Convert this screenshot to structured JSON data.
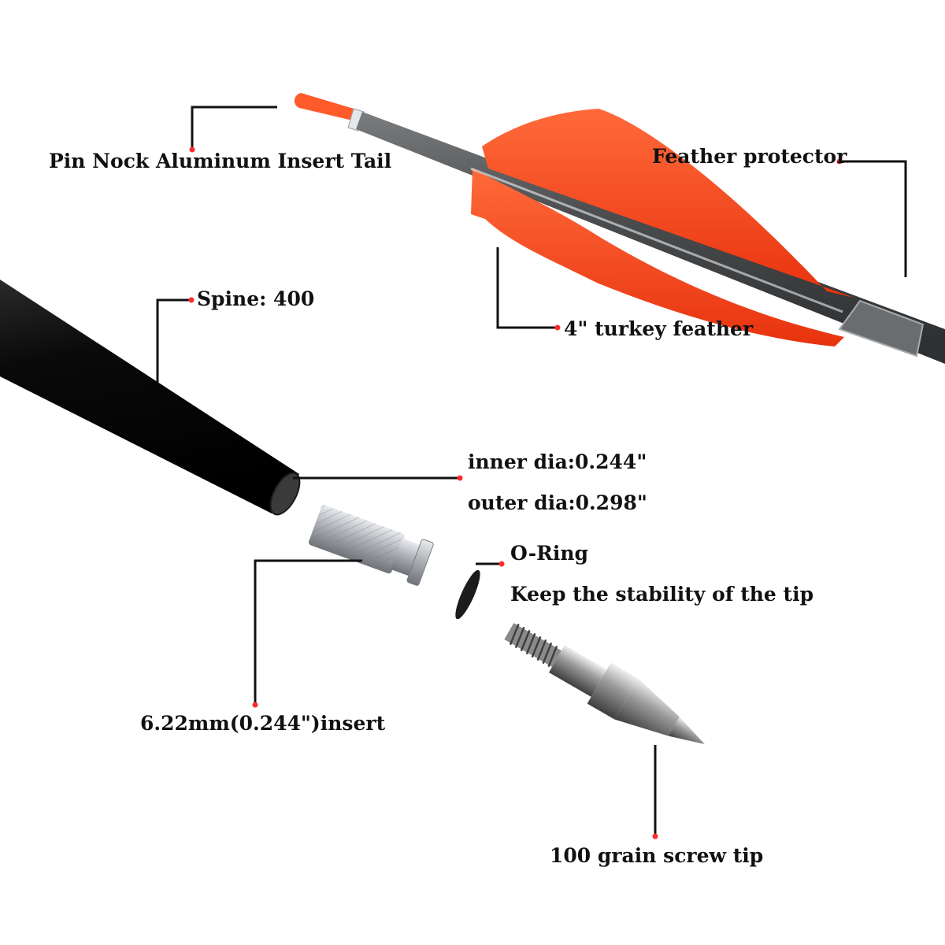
{
  "labels": {
    "pin_nock": "Pin Nock Aluminum Insert Tail",
    "feather_protector": "Feather protector",
    "turkey_feather": "4\" turkey feather",
    "spine": "Spine: 400",
    "inner_dia": "inner dia:0.244\"",
    "outer_dia": "outer dia:0.298\"",
    "o_ring": "O-Ring",
    "o_ring_desc": "Keep the stability of the tip",
    "insert": "6.22mm(0.244\")insert",
    "tip": "100 grain screw tip"
  },
  "colors": {
    "feather": "#ff4a1c",
    "nock": "#ff5a2a",
    "shaft_gray": "#4a4c4e",
    "shaft_black": "#0c0c0c",
    "leader_line": "#111111",
    "dot": "#ff2b2b",
    "metal": "#b9bcc0"
  }
}
